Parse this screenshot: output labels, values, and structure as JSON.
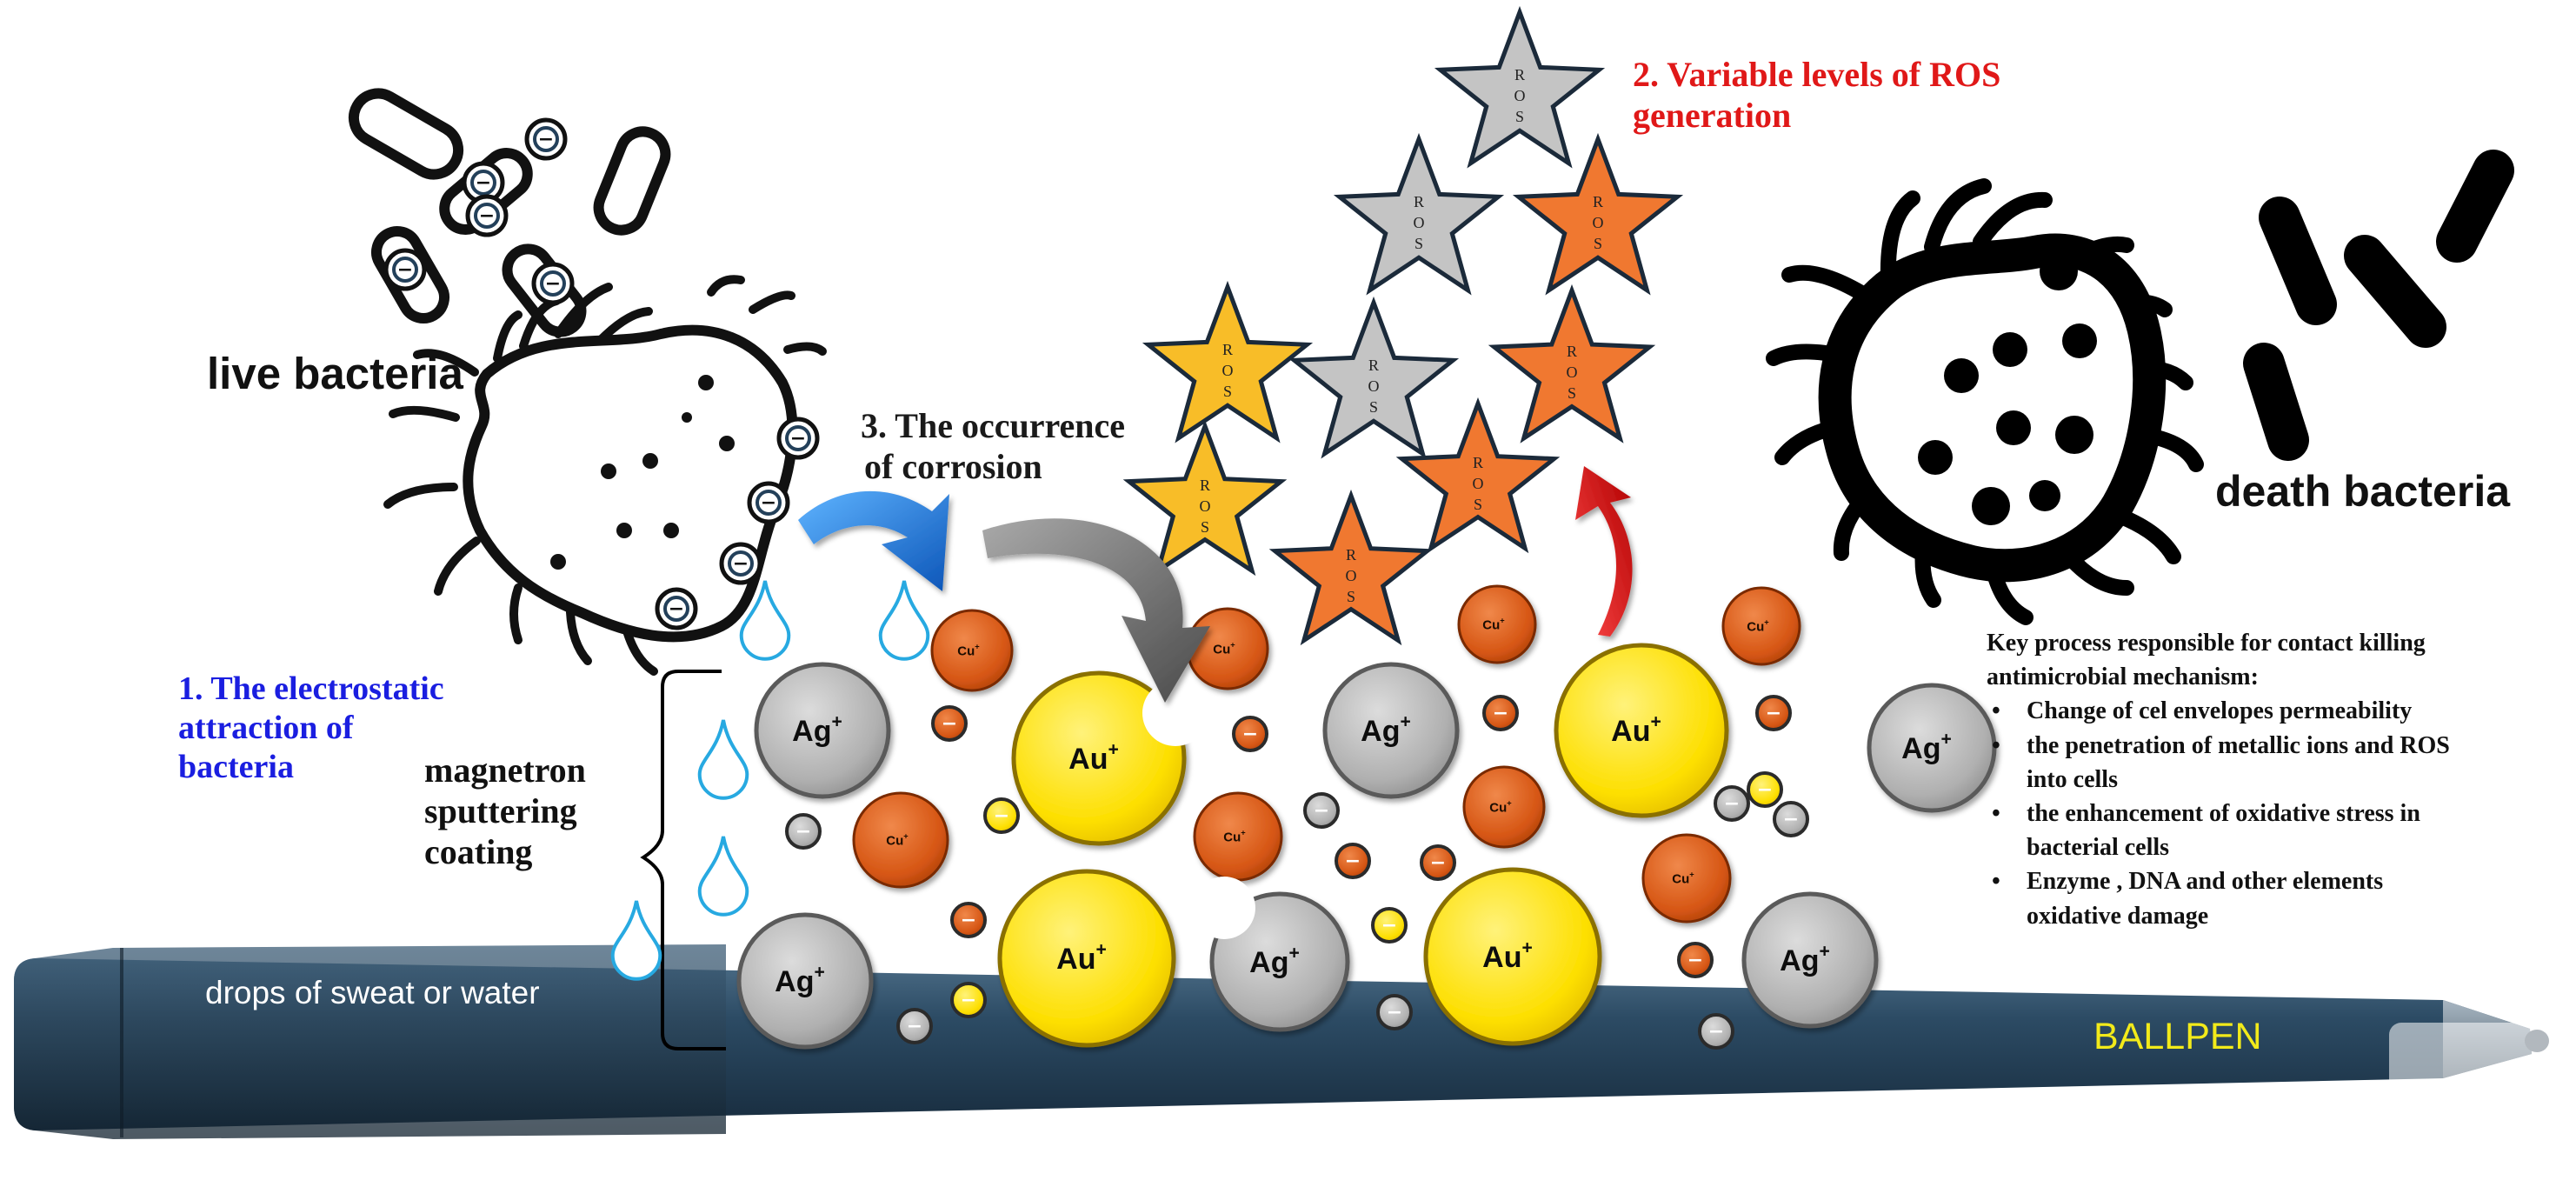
{
  "labels": {
    "live_bacteria": "live bacteria",
    "death_bacteria": "death bacteria",
    "step1": [
      "1.  The electrostatic",
      " attraction of",
      "bacteria"
    ],
    "step2": [
      "2. Variable levels of ROS",
      "generation"
    ],
    "step3": [
      "3. The occurrence",
      "of corrosion"
    ],
    "coating": [
      "magnetron",
      "sputtering",
      "coating"
    ],
    "sweat": "drops of sweat or water",
    "ballpen": "BALLPEN"
  },
  "mechanism": {
    "title": [
      "Key process responsible for contact killing",
      "antimicrobial mechanism:"
    ],
    "items": [
      [
        "Change of cel envelopes permeability"
      ],
      [
        "the penetration of metallic ions and ROS",
        "into cells"
      ],
      [
        "the enhancement of oxidative stress in",
        "bacterial cells"
      ],
      [
        "Enzyme , DNA and other elements",
        "oxidative damage"
      ]
    ]
  },
  "ions": {
    "ag": "Ag",
    "au": "Au",
    "cu": "Cu",
    "plus": "+",
    "neg": "−",
    "ros": "ROS"
  },
  "icons": {
    "live": "live-bacterium-icon",
    "dead": "dead-bacterium-icon",
    "drop": "water-drop-icon",
    "star": "ros-star-icon",
    "arrow": "curved-arrow-icon",
    "brace": "brace-icon",
    "pen": "ballpen-icon"
  },
  "colors": {
    "step1": "#1a1ee0",
    "step2": "#e01818",
    "pen_body": "#2a4760",
    "ballpen_text": "#f2ea1a",
    "ag": "#b5b5b5",
    "au": "#fde000",
    "cu": "#d95a18",
    "ros_gray": "#c4c4c4",
    "ros_orange": "#f07830",
    "ros_yellow": "#f8bd28",
    "drop": "#27a9e1",
    "arrow_blue": "#1a78d8",
    "arrow_gray": "#7a7a7a",
    "arrow_red": "#e01b1b"
  }
}
